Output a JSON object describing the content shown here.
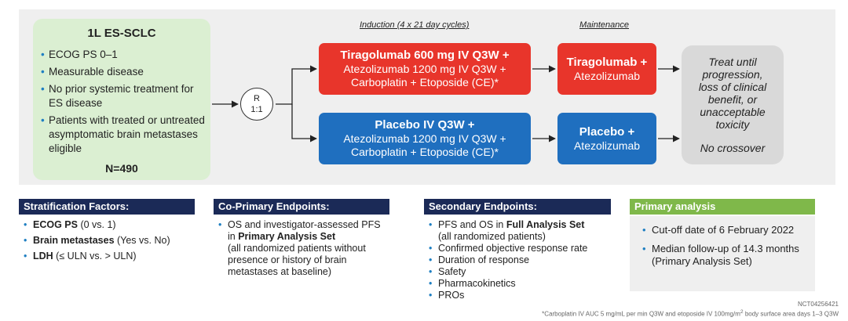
{
  "design": {
    "eligibility": {
      "title": "1L ES-SCLC",
      "criteria": [
        "ECOG PS 0–1",
        "Measurable disease",
        "No prior systemic treatment for ES disease",
        "Patients with treated or untreated asymptomatic brain metastases eligible"
      ],
      "n": "N=490"
    },
    "randomization": {
      "label": "R",
      "ratio": "1:1"
    },
    "phases": {
      "induction": "Induction (4 x 21 day cycles)",
      "maintenance": "Maintenance"
    },
    "arm1": {
      "induction_bold": "Tiragolumab 600 mg IV Q3W +",
      "induction_lines": [
        "Atezolizumab 1200 mg IV Q3W +",
        "Carboplatin + Etoposide (CE)*"
      ],
      "maintenance_bold": "Tiragolumab +",
      "maintenance_line": "Atezolizumab",
      "color": "#e8352b"
    },
    "arm2": {
      "induction_bold": "Placebo IV Q3W +",
      "induction_lines": [
        "Atezolizumab 1200 mg IV Q3W +",
        "Carboplatin + Etoposide (CE)*"
      ],
      "maintenance_bold": "Placebo +",
      "maintenance_line": "Atezolizumab",
      "color": "#1f6fbf"
    },
    "outcome": {
      "lines": [
        "Treat until",
        "progression,",
        "loss of clinical",
        "benefit, or",
        "unacceptable",
        "toxicity"
      ],
      "note": "No crossover"
    }
  },
  "stratification": {
    "header": "Stratification Factors:",
    "items": [
      {
        "bold": "ECOG PS",
        "text": " (0 vs. 1)"
      },
      {
        "bold": "Brain metastases",
        "text": " (Yes vs. No)"
      },
      {
        "bold": "LDH",
        "text": " (≤ ULN vs. > ULN)"
      }
    ]
  },
  "coprimary": {
    "header": "Co-Primary Endpoints:",
    "pre": "OS and investigator-assessed PFS in ",
    "bold": "Primary Analysis Set",
    "post": "(all randomized patients without presence or history of brain metastases at baseline)"
  },
  "secondary": {
    "header": "Secondary Endpoints:",
    "first_pre": "PFS and OS in ",
    "first_bold": "Full Analysis Set",
    "first_post": "(all randomized patients)",
    "items": [
      "Confirmed objective response rate",
      "Duration of response",
      "Safety",
      "Pharmacokinetics",
      "PROs"
    ]
  },
  "primary_analysis": {
    "header": "Primary analysis",
    "items": [
      "Cut-off date of 6 February 2022",
      "Median follow-up of 14.3 months (Primary Analysis Set)"
    ]
  },
  "footnotes": {
    "nct": "NCT04256421",
    "note_a": "*Carboplatin IV AUC 5 mg/mL per min Q3W and etoposide IV 100mg/m",
    "note_sup": "2",
    "note_b": " body surface area days 1–3 Q3W"
  },
  "colors": {
    "red": "#e8352b",
    "blue": "#1f6fbf",
    "navy": "#1b2a57",
    "green": "#7fb84a",
    "eligibility_bg": "#dbefd2"
  }
}
